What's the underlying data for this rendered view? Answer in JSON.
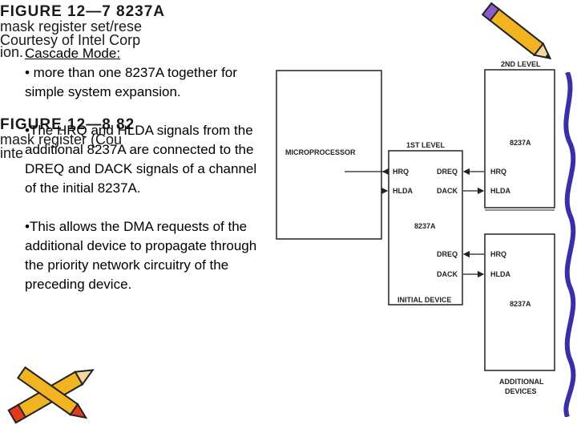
{
  "background_caption": {
    "line1": "FIGURE 12—7     8237A",
    "line2": "mask register set/rese",
    "line3": "Courtesy of Intel Corp",
    "line4": "ion.",
    "line5": "FIGURE 12—8     82",
    "line6": "mask register (Cou",
    "line7": "inte"
  },
  "slide": {
    "title": "Cascade Mode:",
    "bullets": [
      "• more than one 8237A together for simple system expansion.",
      "•The HRQ and HLDA signals from the additional 8237A are connected to the DREQ and DACK signals of a channel of the initial 8237A.",
      "•This allows the DMA requests of the additional device to propagate through the priority network circuitry of the preceding device."
    ]
  },
  "diagram": {
    "microprocessor": "MICROPROCESSOR",
    "first_level": "1ST LEVEL",
    "second_level": "2ND LEVEL",
    "hrq": "HRQ",
    "hlda": "HLDA",
    "dreq": "DREQ",
    "dack": "DACK",
    "chip": "8237A",
    "initial_device": "INITIAL DEVICE",
    "additional_devices_1": "ADDITIONAL",
    "additional_devices_2": "DEVICES"
  },
  "colors": {
    "accent": "#3a2fa8",
    "pencil_body": "#f2b320",
    "pencil_tip": "#e23a1a"
  }
}
